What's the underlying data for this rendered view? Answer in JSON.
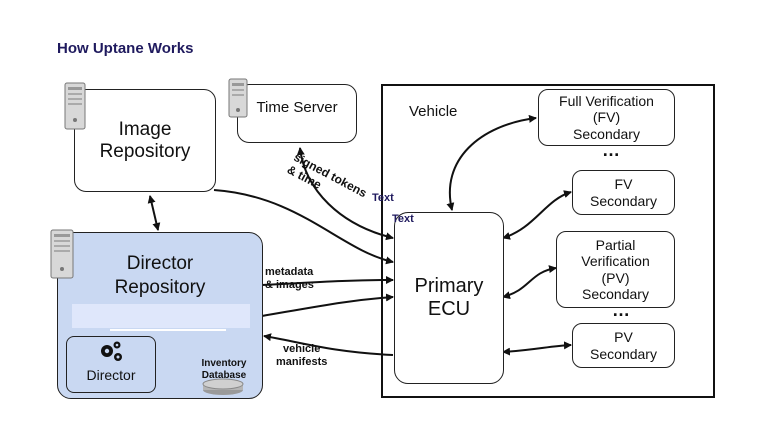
{
  "title": "How Uptane Works",
  "image_repository": {
    "label": "Image\nRepository"
  },
  "time_server": {
    "label": "Time Server"
  },
  "director_repository": {
    "label": "Director\nRepository"
  },
  "director": {
    "label": "Director"
  },
  "inventory_db": {
    "label": "Inventory\nDatabase"
  },
  "vehicle": {
    "label": "Vehicle"
  },
  "primary_ecu": {
    "label": "Primary\nECU"
  },
  "secondaries": [
    {
      "label": "Full Verification\n(FV)\nSecondary"
    },
    {
      "label": "FV\nSecondary"
    },
    {
      "label": "Partial\nVerification\n(PV)\nSecondary"
    },
    {
      "label": "PV\nSecondary"
    }
  ],
  "ellipsis": "…",
  "edge_labels": {
    "signed_tokens": "signed  tokens\n& time",
    "metadata_images": "metadata\n& images",
    "vehicle_manifests": "vehicle\nmanifests",
    "text1": "Text",
    "text2": "Text"
  },
  "colors": {
    "director_fill": "#c9d8f2",
    "title": "#1f1a5e"
  }
}
